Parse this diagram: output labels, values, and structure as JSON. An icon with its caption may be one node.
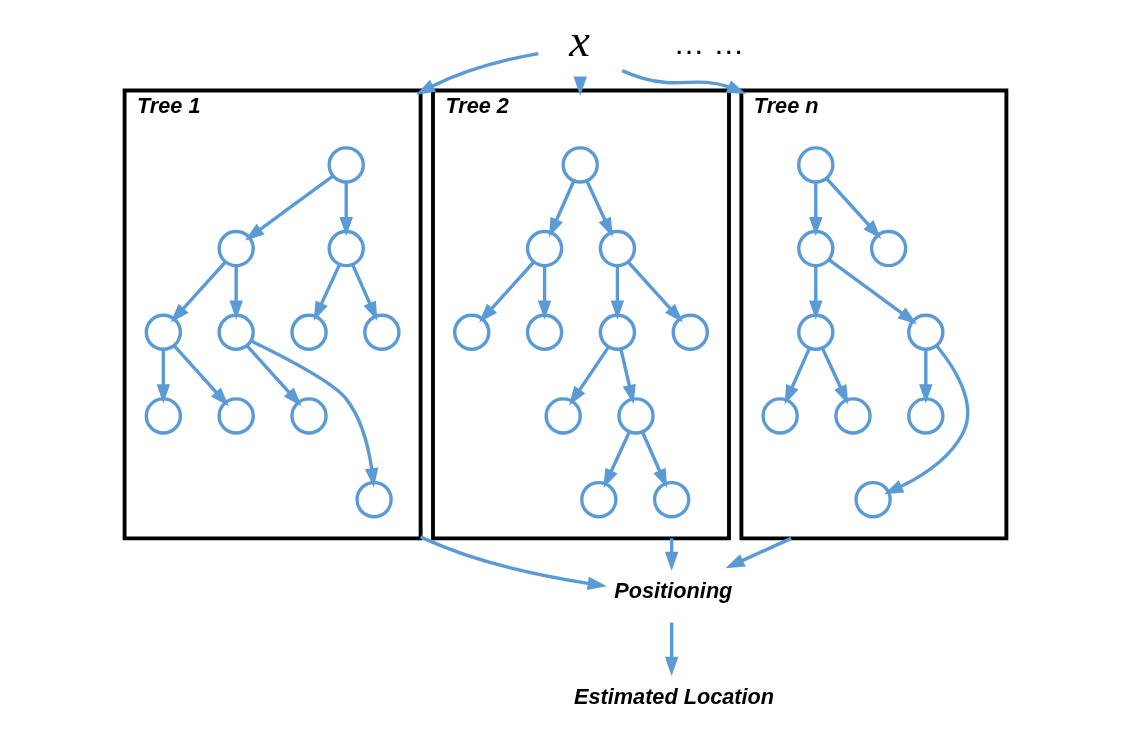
{
  "diagram": {
    "nodes": [
      {
        "text": [
          "x"
        ]
      },
      {
        "text": [
          "Tree 1"
        ]
      },
      {
        "text": [],
        "shape": "circle",
        "in": 1
      },
      {
        "text": [],
        "shape": "circle",
        "in": 1
      },
      {
        "text": [],
        "shape": "circle",
        "in": 1
      },
      {
        "text": [],
        "shape": "circle",
        "in": 1
      },
      {
        "text": [],
        "shape": "circle",
        "in": 1
      },
      {
        "text": [],
        "shape": "circle",
        "in": 1
      },
      {
        "text": [],
        "shape": "circle",
        "in": 1
      },
      {
        "text": [],
        "shape": "circle",
        "in": 1
      },
      {
        "text": [],
        "shape": "circle",
        "in": 1
      },
      {
        "text": [],
        "shape": "circle",
        "in": 1
      },
      {
        "text": [],
        "shape": "circle",
        "in": 1
      },
      {
        "text": [
          "Tree 2"
        ]
      },
      {
        "text": [],
        "shape": "circle",
        "in": 13
      },
      {
        "text": [],
        "shape": "circle",
        "in": 13
      },
      {
        "text": [],
        "shape": "circle",
        "in": 13
      },
      {
        "text": [],
        "shape": "circle",
        "in": 13
      },
      {
        "text": [],
        "shape": "circle",
        "in": 13
      },
      {
        "text": [],
        "shape": "circle",
        "in": 13
      },
      {
        "text": [],
        "shape": "circle",
        "in": 13
      },
      {
        "text": [],
        "shape": "circle",
        "in": 13
      },
      {
        "text": [],
        "shape": "circle",
        "in": 13
      },
      {
        "text": [],
        "shape": "circle",
        "in": 13
      },
      {
        "text": [],
        "shape": "circle",
        "in": 13
      },
      {
        "text": [
          "Tree n"
        ]
      },
      {
        "text": [],
        "shape": "circle",
        "in": 25
      },
      {
        "text": [],
        "shape": "circle",
        "in": 25
      },
      {
        "text": [],
        "shape": "circle",
        "in": 25
      },
      {
        "text": [],
        "shape": "circle",
        "in": 25
      },
      {
        "text": [],
        "shape": "circle",
        "in": 25
      },
      {
        "text": [],
        "shape": "circle",
        "in": 25
      },
      {
        "text": [],
        "shape": "circle",
        "in": 25
      },
      {
        "text": [],
        "shape": "circle",
        "in": 25
      },
      {
        "text": [],
        "shape": "circle",
        "in": 25
      },
      {
        "text": [
          "Positioning"
        ]
      },
      {
        "text": [
          "Estimated Location"
        ]
      }
    ],
    "edges": [
      {
        "from": 0,
        "to": 1,
        "arrow": "to"
      },
      {
        "from": 0,
        "to": 13,
        "arrow": "to"
      },
      {
        "from": 0,
        "to": 25,
        "arrow": "to"
      },
      {
        "from": 2,
        "to": 3,
        "arrow": "to"
      },
      {
        "from": 2,
        "to": 4,
        "arrow": "to"
      },
      {
        "from": 3,
        "to": 5,
        "arrow": "to"
      },
      {
        "from": 3,
        "to": 6,
        "arrow": "to"
      },
      {
        "from": 4,
        "to": 7,
        "arrow": "to"
      },
      {
        "from": 4,
        "to": 8,
        "arrow": "to"
      },
      {
        "from": 5,
        "to": 9,
        "arrow": "to"
      },
      {
        "from": 5,
        "to": 10,
        "arrow": "to"
      },
      {
        "from": 6,
        "to": 11,
        "arrow": "to"
      },
      {
        "from": 6,
        "to": 12,
        "arrow": "to"
      },
      {
        "from": 14,
        "to": 15,
        "arrow": "to"
      },
      {
        "from": 14,
        "to": 16,
        "arrow": "to"
      },
      {
        "from": 15,
        "to": 17,
        "arrow": "to"
      },
      {
        "from": 15,
        "to": 18,
        "arrow": "to"
      },
      {
        "from": 16,
        "to": 19,
        "arrow": "to"
      },
      {
        "from": 16,
        "to": 20,
        "arrow": "to"
      },
      {
        "from": 19,
        "to": 21,
        "arrow": "to"
      },
      {
        "from": 19,
        "to": 22,
        "arrow": "to"
      },
      {
        "from": 22,
        "to": 23,
        "arrow": "to"
      },
      {
        "from": 22,
        "to": 24,
        "arrow": "to"
      },
      {
        "from": 26,
        "to": 27,
        "arrow": "to"
      },
      {
        "from": 26,
        "to": 28,
        "arrow": "to"
      },
      {
        "from": 27,
        "to": 29,
        "arrow": "to"
      },
      {
        "from": 27,
        "to": 30,
        "arrow": "to"
      },
      {
        "from": 29,
        "to": 31,
        "arrow": "to"
      },
      {
        "from": 29,
        "to": 32,
        "arrow": "to"
      },
      {
        "from": 30,
        "to": 33,
        "arrow": "to"
      },
      {
        "from": 30,
        "to": 34,
        "arrow": "to"
      },
      {
        "from": 1,
        "to": 35,
        "arrow": "to"
      },
      {
        "from": 13,
        "to": 35,
        "arrow": "to"
      },
      {
        "from": 25,
        "to": 35,
        "arrow": "to"
      },
      {
        "from": 35,
        "to": 36,
        "arrow": "to"
      }
    ],
    "labels": [
      "… …"
    ]
  }
}
